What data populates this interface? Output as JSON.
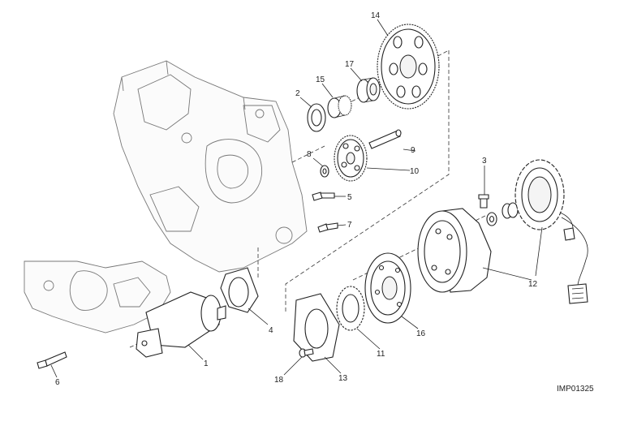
{
  "figure": {
    "reference_code": "IMP01325",
    "callouts": [
      "1",
      "2",
      "3",
      "4",
      "5",
      "6",
      "7",
      "8",
      "9",
      "10",
      "11",
      "12",
      "13",
      "14",
      "15",
      "16",
      "17",
      "18"
    ]
  }
}
